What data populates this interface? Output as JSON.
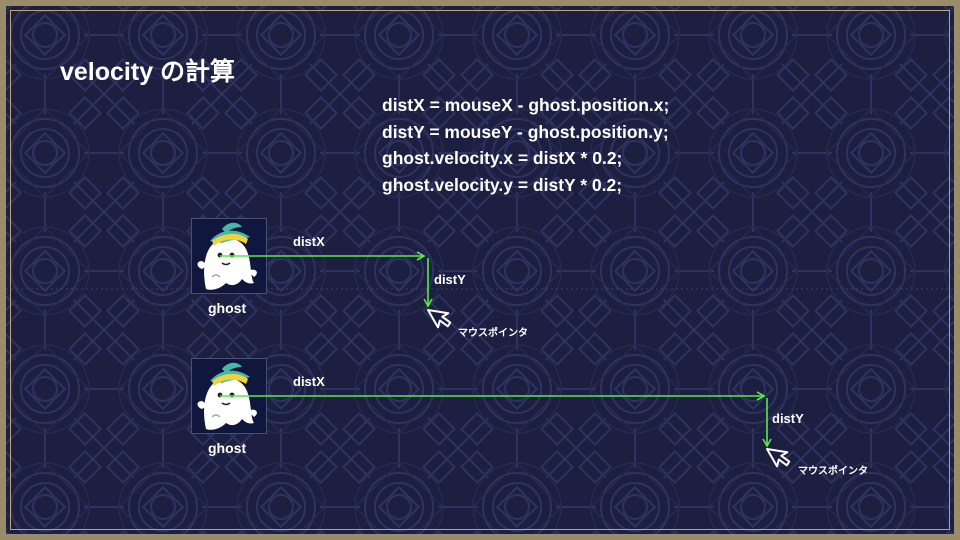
{
  "slide": {
    "title": "velocity の計算",
    "code_lines": [
      "distX = mouseX - ghost.position.x;",
      "distY = mouseY - ghost.position.y;",
      "ghost.velocity.x = distX * 0.2;",
      "ghost.velocity.y = distY * 0.2;"
    ]
  },
  "diagram_top": {
    "ghost_label": "ghost",
    "dist_x_label": "distX",
    "dist_y_label": "distY",
    "pointer_label": "マウスポインタ"
  },
  "diagram_bottom": {
    "ghost_label": "ghost",
    "dist_x_label": "distX",
    "dist_y_label": "distY",
    "pointer_label": "マウスポインタ"
  },
  "colors": {
    "background": "#1c1f3f",
    "pattern": "#2b3058",
    "arrow": "#5be84a",
    "text": "#ffffff",
    "frame": "#9a8c68"
  }
}
